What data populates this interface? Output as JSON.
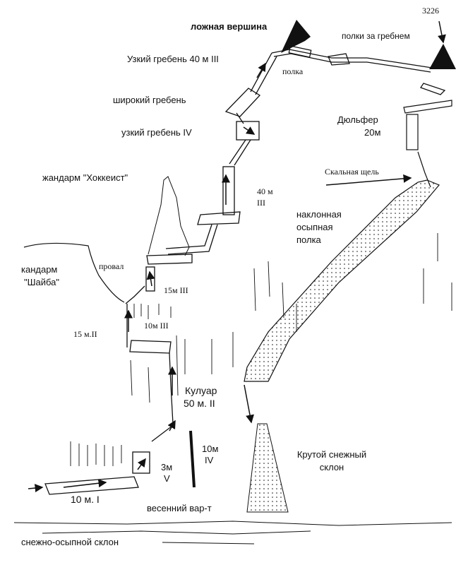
{
  "labels": {
    "elevation": "3226",
    "false_summit": "ложная вершина",
    "shelves_behind_ridge": "полки за гребнем",
    "narrow_ridge_40": "Узкий гребень 40 м III",
    "shelf": "полка",
    "wide_ridge": "широкий гребень",
    "narrow_ridge_iv": "узкий гребень IV",
    "dulfer": "Дюльфер",
    "dulfer_len": "20м",
    "rock_crack": "Скальная щель",
    "gendarme_hockey": "жандарм  \"Хоккеист\"",
    "pitch_40_len": "40 м",
    "pitch_40_grade": "III",
    "inclined_shelf_1": "наклонная",
    "inclined_shelf_2": "осыпная",
    "inclined_shelf_3": "полка",
    "gendarme_puck_1": "кандарм",
    "gendarme_puck_2": "\"Шайба\"",
    "gap": "провал",
    "pitch_15_iii": "15м III",
    "pitch_10_iii": "10м III",
    "pitch_15_ii": "15 м.II",
    "couloir_1": "Кулуар",
    "couloir_2": "50 м. II",
    "pitch_10_iv_len": "10м",
    "pitch_10_iv_grade": "IV",
    "pitch_3_v_len": "3м",
    "pitch_3_v_grade": "V",
    "steep_snow_1": "Крутой снежный",
    "steep_snow_2": "склон",
    "pitch_10_i": "10 м. I",
    "spring_variant": "весенний вар-т",
    "snow_scree_slope": "снежно-осыпной склон"
  },
  "colors": {
    "ink": "#111111",
    "paper": "#ffffff"
  }
}
